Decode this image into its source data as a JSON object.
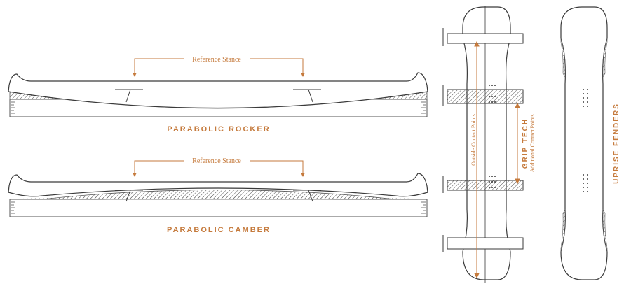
{
  "colors": {
    "accent": "#c57a3c",
    "line": "#3a3a3a",
    "hatch": "#555555",
    "background": "#ffffff"
  },
  "rocker": {
    "reference_label": "Reference Stance",
    "title": "PARABOLIC ROCKER"
  },
  "camber": {
    "reference_label": "Reference Stance",
    "title": "PARABOLIC CAMBER"
  },
  "grip": {
    "contact_label": "Outside Contact Points",
    "title": "GRIP TECH",
    "subtitle": "Additional Contact Points"
  },
  "uprise": {
    "title": "UPRISE FENDERS"
  }
}
